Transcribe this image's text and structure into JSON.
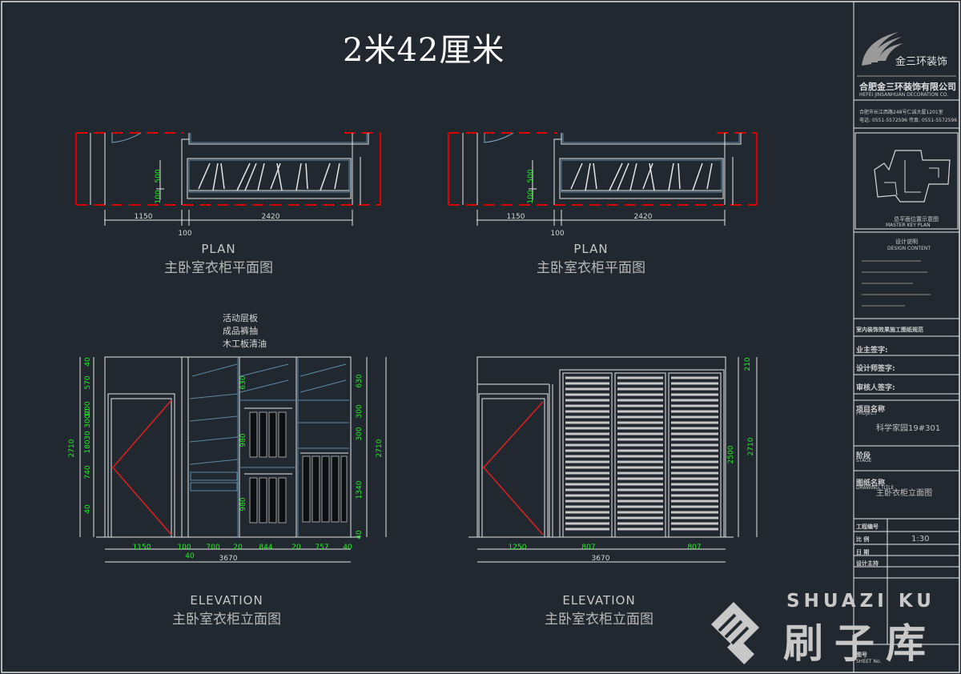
{
  "title": "2米42厘米",
  "plan_left": {
    "caption_en": "PLAN",
    "caption_cn": "主卧室衣柜平面图",
    "dims": [
      "1150",
      "2420",
      "100",
      "100",
      "500"
    ]
  },
  "plan_right": {
    "caption_en": "PLAN",
    "caption_cn": "主卧室衣柜平面图",
    "dims": [
      "1150",
      "2420",
      "100",
      "100",
      "500"
    ]
  },
  "elev_left": {
    "caption_en": "ELEVATION",
    "caption_cn": "主卧室衣柜立面图",
    "notes": [
      "活动层板",
      "成品裤抽",
      "木工板清油"
    ],
    "bottom_dims": [
      "1150",
      "100",
      "700",
      "20",
      "844",
      "20",
      "757",
      "40"
    ],
    "extra_dim": "40",
    "total": "3670",
    "left_dims": [
      "40",
      "570",
      "200",
      "30",
      "300",
      "30",
      "180",
      "740",
      "40"
    ],
    "left_total": "2710",
    "right_dims": [
      "630",
      "300",
      "300",
      "1340",
      "40"
    ],
    "right_total": "2710",
    "inner_dims": [
      "630",
      "980",
      "980"
    ]
  },
  "elev_right": {
    "caption_en": "ELEVATION",
    "caption_cn": "主卧室衣柜立面图",
    "bottom_dims": [
      "1250",
      "807",
      "807"
    ],
    "total": "3670",
    "right_dims": [
      "210",
      "2500",
      "2710"
    ]
  },
  "title_block": {
    "logo_text": "金三环装饰",
    "company_cn": "合肥金三环装饰有限公司",
    "company_en": "HEFEI JINSANHUAN DECORATION CO.",
    "address": "合肥市长江西路248号仁诚大厦1201室",
    "phone": "电话: 0551-5572596   传真: 0551-5572596",
    "key_plan_cn": "总平面位置示意图",
    "key_plan_en": "MASTER KEY PLAN",
    "design_cn": "设计说明",
    "design_en": "DESIGN CONTENT",
    "sign_1": "业主签字:",
    "sign_2": "设计师签字:",
    "sign_3": "审核人签字:",
    "notice": "室内装饰效果施工图纸规范",
    "project_cn": "项目名称",
    "project_en": "PROJECT",
    "project_value": "科学家园19#301",
    "stage_cn": "阶段",
    "stage_en": "STAGE",
    "drawing_cn": "图纸名称",
    "drawing_en": "DRAWING TITLE",
    "drawing_value": "主卧衣柜立面图",
    "job_no": "工程编号",
    "scale_label": "比 例",
    "scale_value": "1:30",
    "date_label": "日 期",
    "designer_label": "设计主持",
    "sheet_label": "图号",
    "sheet_en": "SHEET No."
  },
  "watermark": {
    "en": "SHUAZI KU",
    "cn": "刷子库"
  }
}
